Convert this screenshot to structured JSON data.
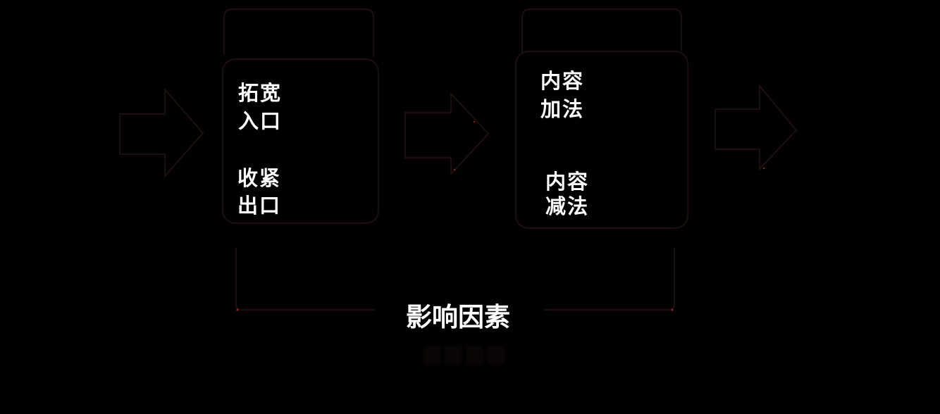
{
  "colors": {
    "background": "#000000",
    "outline": "#1c0e0e",
    "text": "#ffffff",
    "artifact_red": "#8c2420"
  },
  "diagram": {
    "boxes": [
      {
        "id": "stage-1",
        "lines": [
          "拓宽",
          "入口",
          "收紧",
          "出口"
        ]
      },
      {
        "id": "stage-2",
        "lines": [
          "内容",
          "加法",
          "内容",
          "减法"
        ]
      }
    ],
    "brace_label": "影响因素",
    "icons": [
      "right-arrow-icon",
      "right-arrow-icon",
      "right-arrow-icon",
      "top-bracket-shape",
      "top-bracket-shape",
      "bottom-brace-shape"
    ]
  }
}
